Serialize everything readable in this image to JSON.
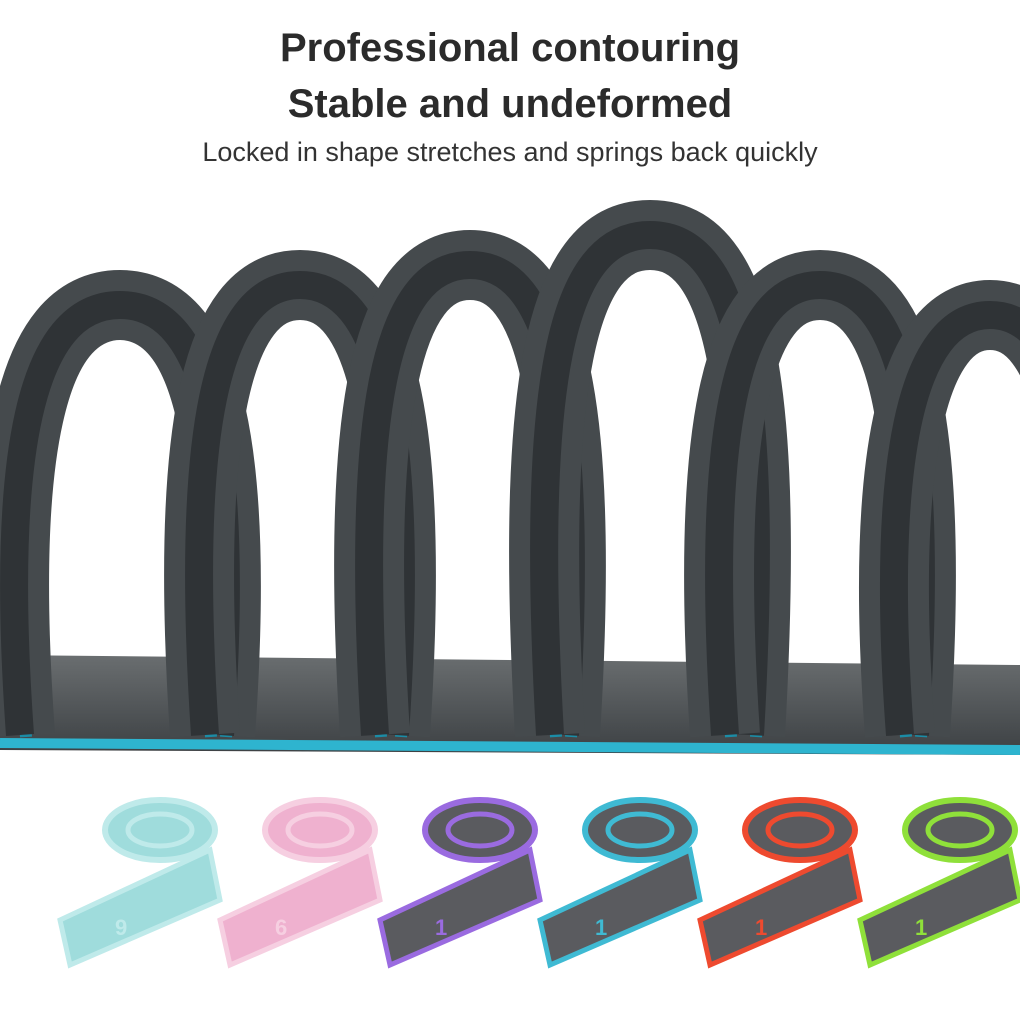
{
  "headline": {
    "title": "Professional contouring",
    "subtitle": "Stable and undeformed",
    "tagline": "Locked in shape stretches and springs back quickly"
  },
  "colors": {
    "hero_band": "#454a4d",
    "hero_edge": "#2eb4cf",
    "hero_edge_dark": "#1b8ca6",
    "text": "#2b2b2b"
  },
  "variants": [
    {
      "name": "mint-purple",
      "face": "#9fdcdc",
      "inner": "#7a4fc9",
      "edge": "#bfeaea",
      "digit": "9"
    },
    {
      "name": "pink",
      "face": "#efb1cf",
      "inner": "#e9a3c6",
      "edge": "#f6cfe1",
      "digit": "6"
    },
    {
      "name": "purple",
      "face": "#5a5b5f",
      "inner": "#5a5b5f",
      "edge": "#9a6be0",
      "digit": "1"
    },
    {
      "name": "blue",
      "face": "#5a5b5f",
      "inner": "#5a5b5f",
      "edge": "#3fbad3",
      "digit": "1"
    },
    {
      "name": "red",
      "face": "#5a5b5f",
      "inner": "#5a5b5f",
      "edge": "#ee4a2f",
      "digit": "1"
    },
    {
      "name": "green",
      "face": "#5a5b5f",
      "inner": "#5a5b5f",
      "edge": "#8fe03a",
      "digit": "1"
    }
  ]
}
